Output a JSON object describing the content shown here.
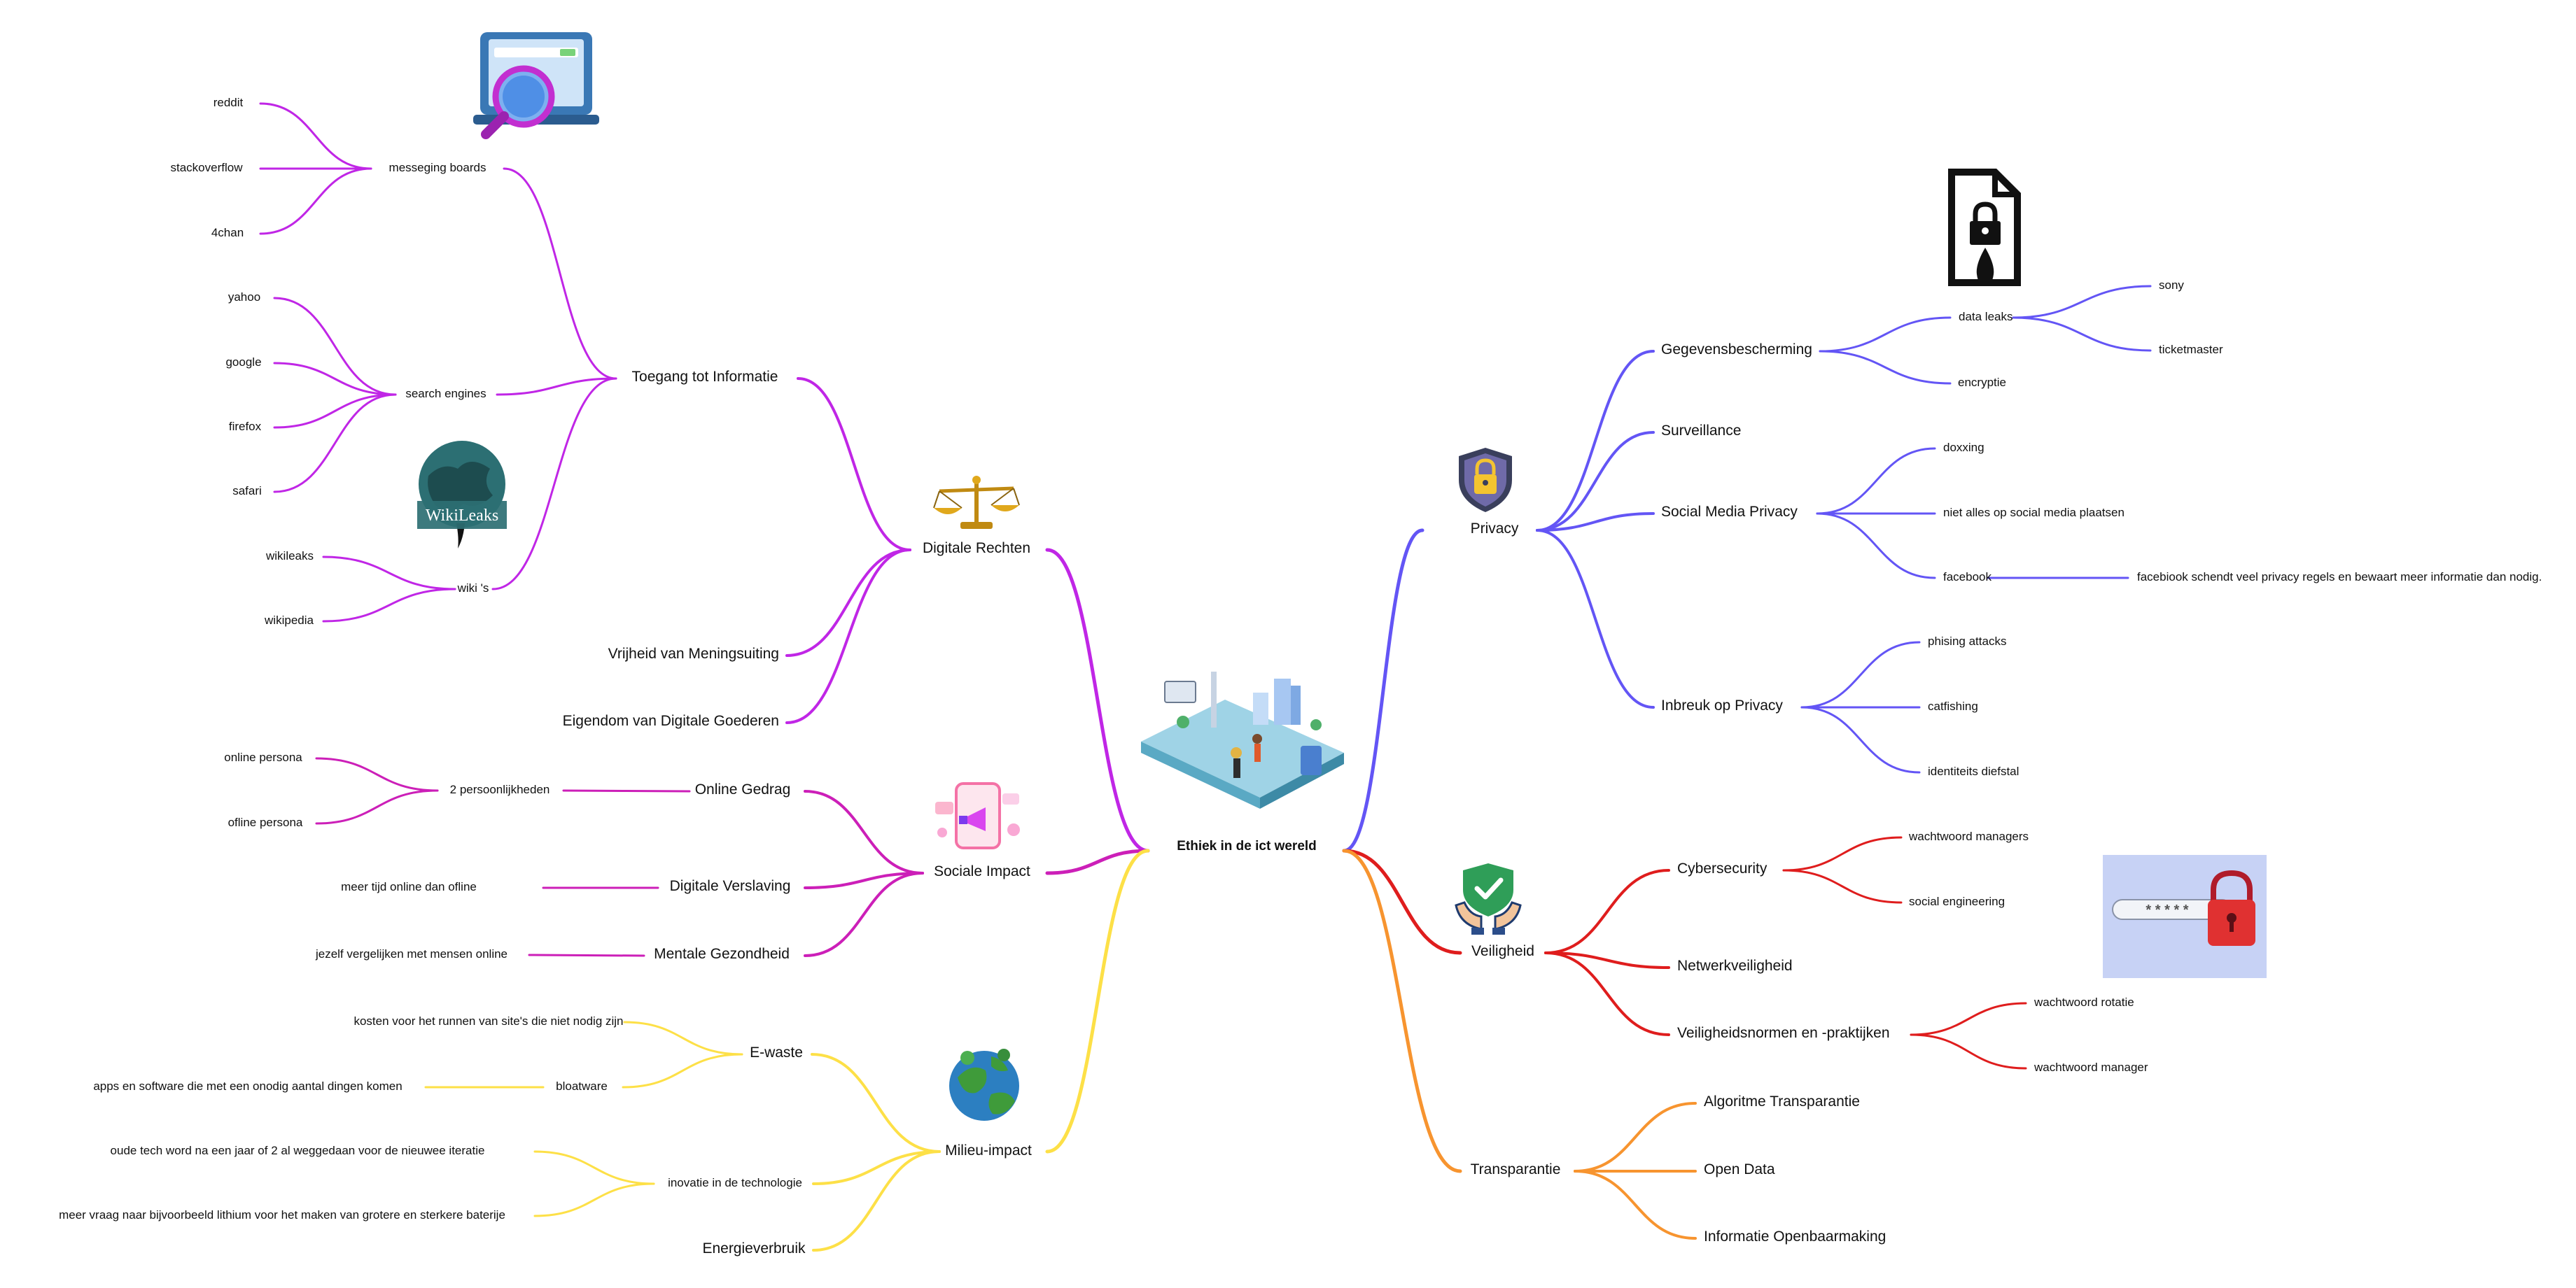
{
  "root": "Ethiek in de ict wereld",
  "colors": {
    "digitale_rechten": "#c026e6",
    "sociale_impact": "#cc1fb8",
    "milieu": "#fde047",
    "privacy": "#6355f5",
    "veiligheid": "#df1d1d",
    "transparantie": "#f7942f"
  },
  "left": {
    "digitale_rechten": {
      "label": "Digitale Rechten",
      "toegang": {
        "label": "Toegang tot Informatie",
        "messaging": {
          "label": "messeging boards",
          "items": [
            "reddit",
            "stackoverflow",
            "4chan"
          ]
        },
        "search": {
          "label": "search engines",
          "items": [
            "yahoo",
            "google",
            "firefox",
            "safari"
          ]
        },
        "wiki": {
          "label": "wiki 's",
          "items": [
            "wikileaks",
            "wikipedia"
          ]
        }
      },
      "vrijheid": "Vrijheid van Meningsuiting",
      "eigendom": "Eigendom van Digitale Goederen"
    },
    "sociale_impact": {
      "label": "Sociale Impact",
      "online_gedrag": {
        "label": "Online Gedrag",
        "persoon": {
          "label": "2 persoonlijkheden",
          "items": [
            "online persona",
            "ofline persona"
          ]
        }
      },
      "verslaving": {
        "label": "Digitale Verslaving",
        "items": [
          "meer tijd online dan ofline"
        ]
      },
      "mentaal": {
        "label": "Mentale Gezondheid",
        "items": [
          "jezelf vergelijken met mensen online"
        ]
      }
    },
    "milieu": {
      "label": "Milieu-impact",
      "ewaste": {
        "label": "E-waste",
        "kosten": "kosten voor het runnen van site's die niet nodig zijn",
        "bloatware": {
          "label": "bloatware",
          "items": [
            "apps en software die met een onodig aantal dingen komen"
          ]
        }
      },
      "innovatie": {
        "label": "inovatie in de technologie",
        "items": [
          "oude tech word na een jaar of 2 al weggedaan voor de nieuwee iteratie",
          "meer vraag naar bijvoorbeeld lithium voor het maken van grotere en sterkere baterije"
        ]
      },
      "energie": "Energieverbruik"
    }
  },
  "right": {
    "privacy": {
      "label": "Privacy",
      "gegevens": {
        "label": "Gegevensbescherming",
        "dataleaks": {
          "label": "data leaks",
          "items": [
            "sony",
            "ticketmaster"
          ]
        },
        "encryptie": "encryptie"
      },
      "surveillance": "Surveillance",
      "social": {
        "label": "Social Media Privacy",
        "items": [
          "doxxing",
          "niet alles op social media plaatsen"
        ],
        "facebook": {
          "label": "facebook",
          "detail": "facebiook schendt veel privacy regels en bewaart meer informatie dan nodig."
        }
      },
      "inbreuk": {
        "label": "Inbreuk op Privacy",
        "items": [
          "phising attacks",
          "catfishing",
          "identiteits diefstal"
        ]
      }
    },
    "veiligheid": {
      "label": "Veiligheid",
      "cyber": {
        "label": "Cybersecurity",
        "items": [
          "wachtwoord managers",
          "social engineering"
        ]
      },
      "netwerk": "Netwerkveiligheid",
      "normen": {
        "label": "Veiligheidsnormen en -praktijken",
        "items": [
          "wachtwoord rotatie",
          "wachtwoord manager"
        ]
      }
    },
    "transparantie": {
      "label": "Transparantie",
      "items": [
        "Algoritme Transparantie",
        "Open Data",
        "Informatie Openbaarmaking"
      ]
    }
  },
  "images": {
    "wikileaks_logo": "WikiLeaks",
    "password_mask": "* * * * *"
  }
}
